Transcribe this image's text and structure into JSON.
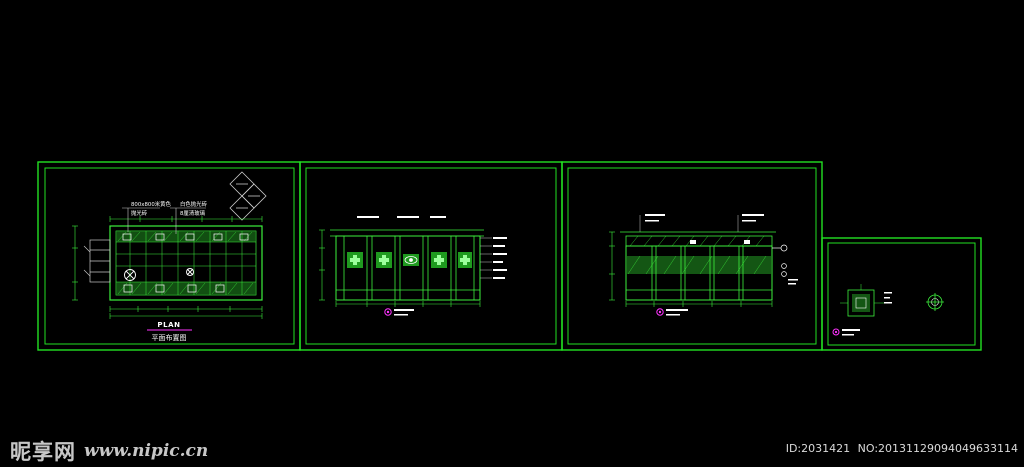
{
  "colors": {
    "background": "#000000",
    "frame": "#22e022",
    "line": "#3cf03c",
    "accent": "#ff33ff",
    "text": "#ffffff"
  },
  "sheet1": {
    "plan_title": "PLAN",
    "plan_caption": "平面布置图",
    "note_a_1": "800x800米黄色",
    "note_a_2": "抛光砖",
    "note_b_1": "白色抛光砖",
    "note_b_2": "8厘清玻璃"
  },
  "watermark": {
    "site_name": "昵享网",
    "site_url": "www.nipic.cn",
    "id_text": "ID:2031421",
    "no_text": "NO:20131129094049633114"
  }
}
